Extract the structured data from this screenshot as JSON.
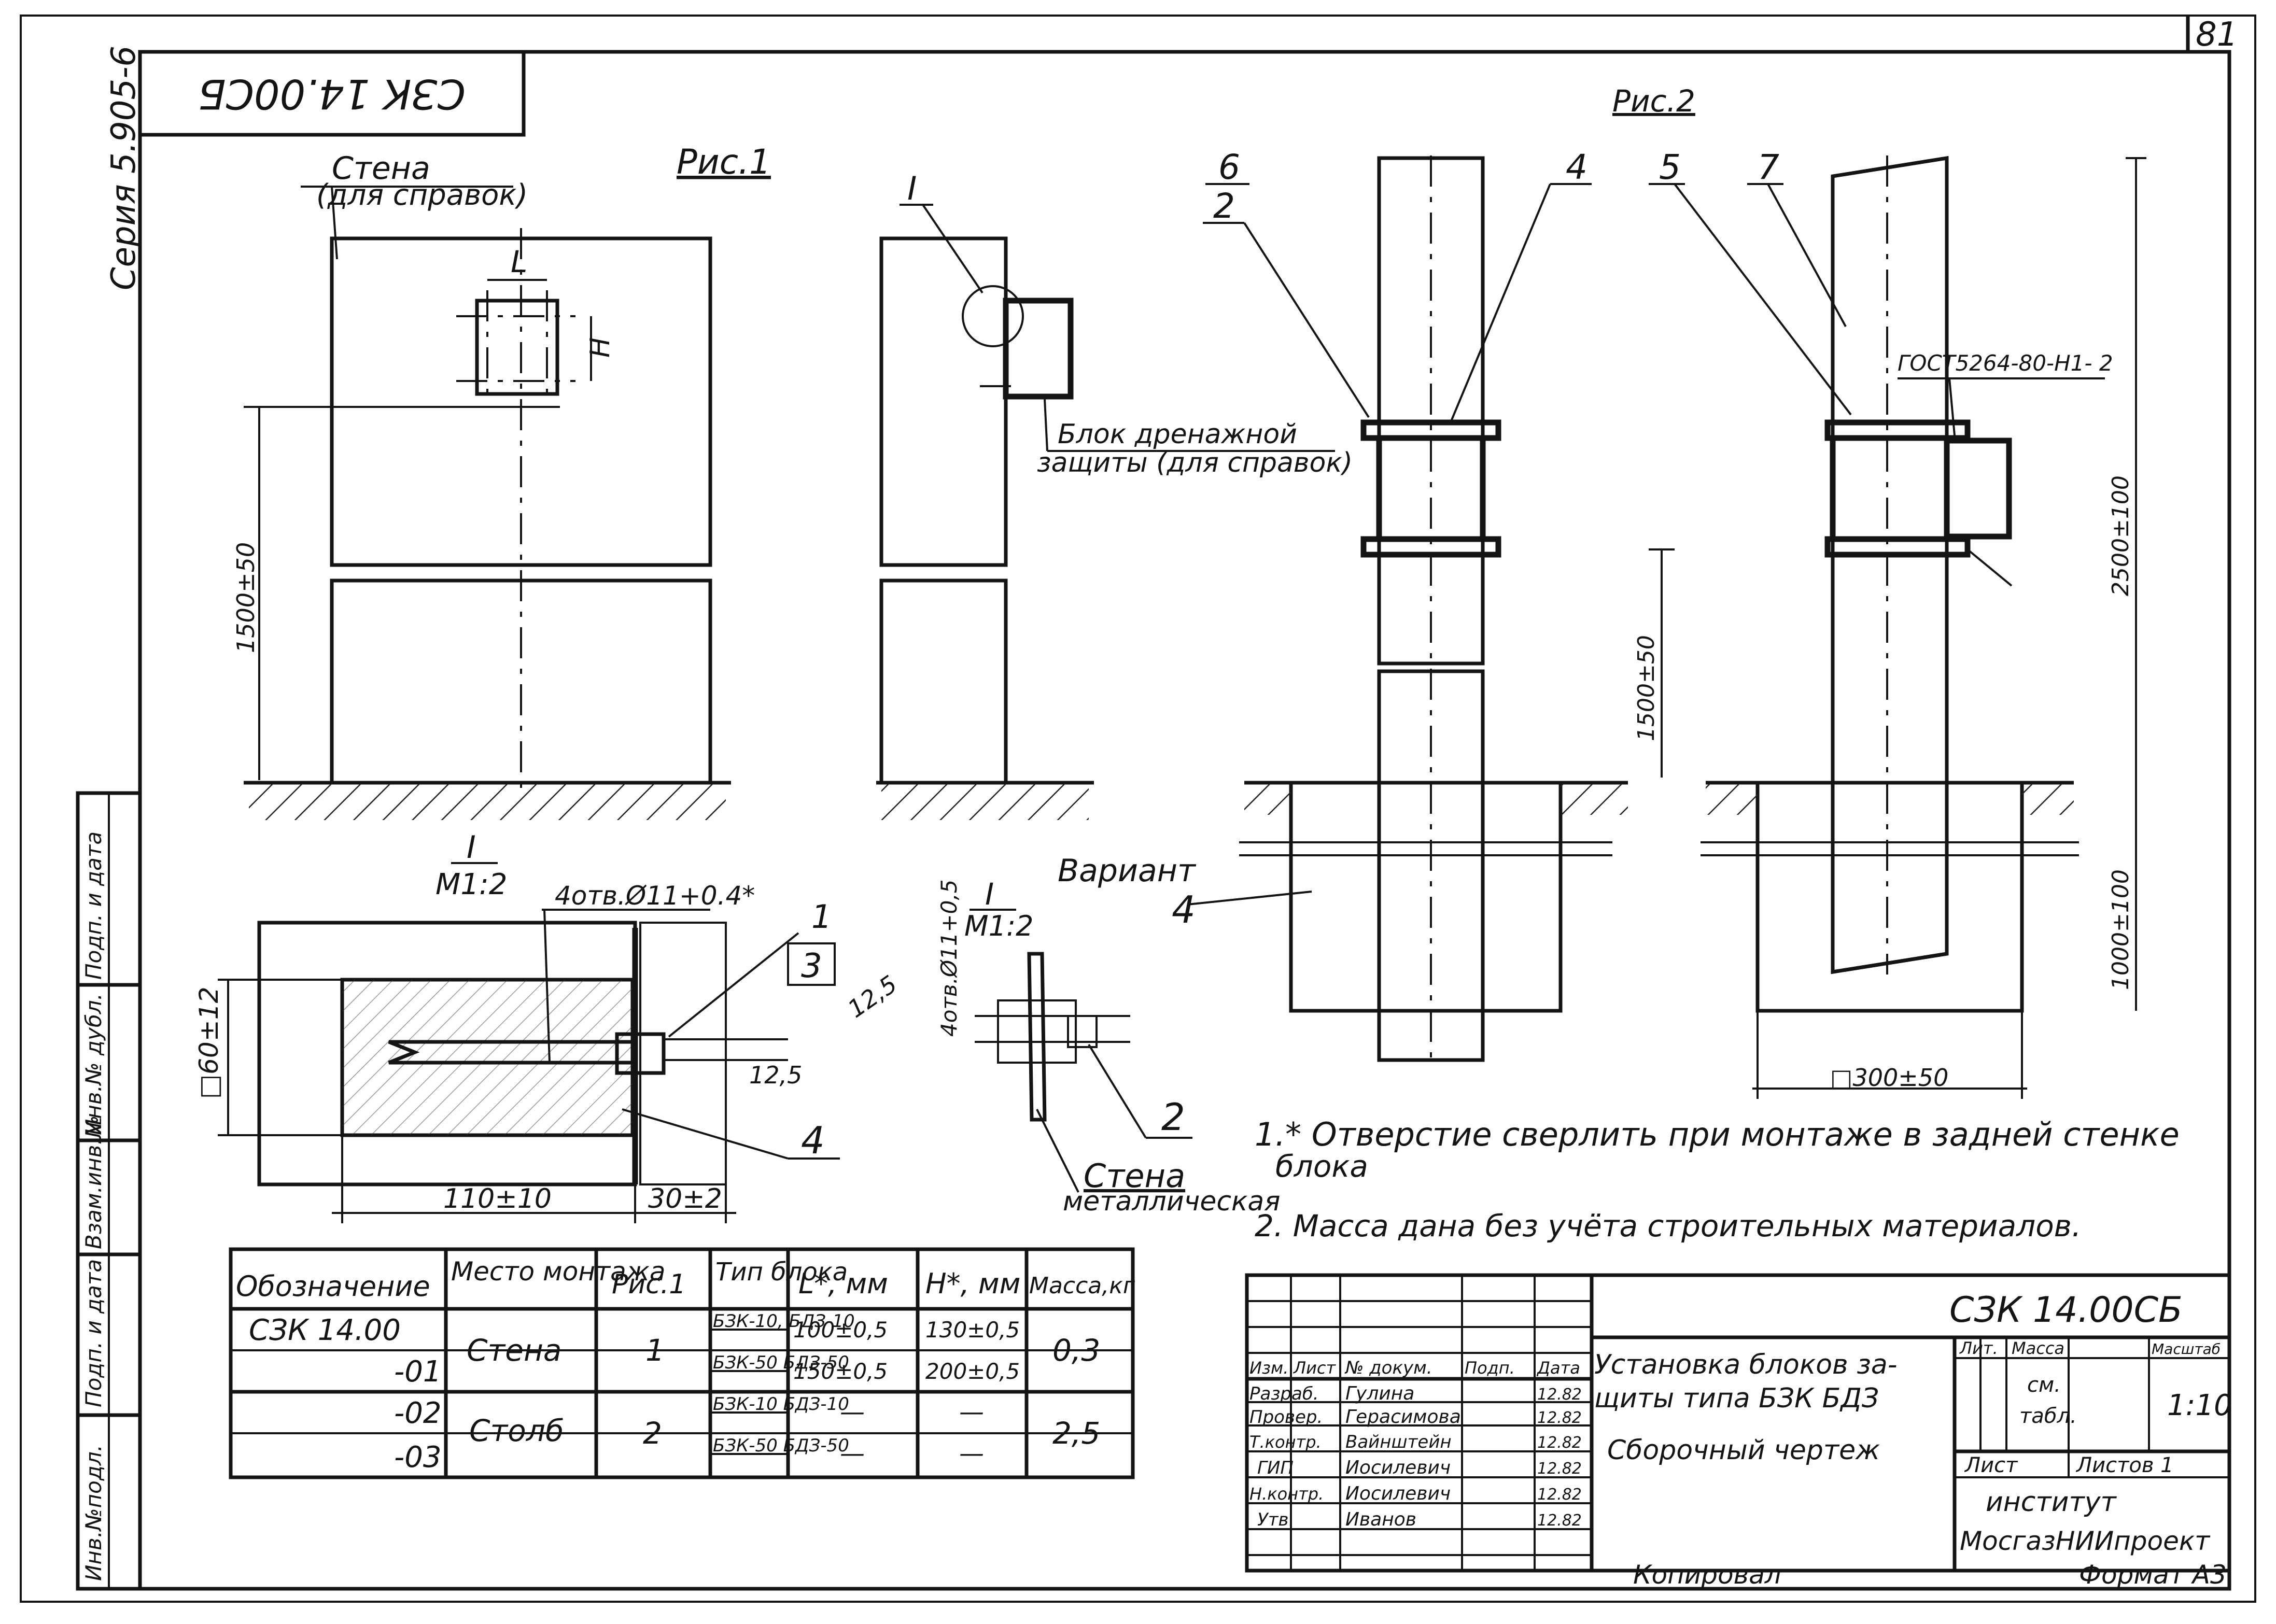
{
  "sheet_number": "81",
  "corner_code": "СЗК 14.00СБ",
  "series": "Серия 5.905-6",
  "side_stamp": [
    "Инв.№подл.",
    "Подп. и дата",
    "Взам.инв.№",
    "Инв.№ дубл.",
    "Подп. и дата"
  ],
  "fig1": {
    "title": "Рис.1",
    "wall_label_1": "Стена",
    "wall_label_2": "(для справок)",
    "dim_L": "L",
    "dim_H": "H",
    "dim_height": "1500±50"
  },
  "side_view": {
    "detail_mark": "I",
    "block_label_1": "Блок дренажной",
    "block_label_2": "защиты (для справок)"
  },
  "fig2": {
    "title": "Рис.2",
    "callouts": [
      "6",
      "2",
      "4",
      "5",
      "7"
    ],
    "gost": "ГОСТ5264-80-Н1- 2",
    "dim_pillar_height": "1500±50",
    "dim_top": "2500±100",
    "dim_bottom": "1000±100",
    "dim_width": "□300±50",
    "callout_4": "4"
  },
  "detail1": {
    "mark": "I",
    "scale": "М1:2",
    "holes": "4отв.Ø11+0.4*",
    "callout_1": "1",
    "callout_3": "3",
    "callout_4": "4",
    "dim_square": "□60±12",
    "dim_12_5": "12,5",
    "dim_110": "110±10",
    "dim_30": "30±2"
  },
  "detail2": {
    "mark": "I",
    "scale": "М1:2",
    "variant": "Вариант",
    "holes": "4отв.Ø11+0,5",
    "dim_12_5": "12,5",
    "callout_2": "2",
    "wall_1": "Стена",
    "wall_2": "металлическая"
  },
  "notes": [
    "1.* Отверстие сверлить при монтаже в задней стенке",
    "блока",
    "2. Масса дана без учёта строительных материалов."
  ],
  "spec_table": {
    "headers": [
      "Обозначение",
      "Место монтажа",
      "Рис.1",
      "Тип блока",
      "L*, мм",
      "H*, мм",
      "Масса,кг"
    ],
    "rows": [
      {
        "designation": "СЗК 14.00",
        "place": "Стена",
        "fig": "1",
        "type": "БЗК-10, БДЗ-10",
        "L": "100±0,5",
        "H": "130±0,5",
        "mass": "0,3"
      },
      {
        "designation": "-01",
        "place": "",
        "fig": "",
        "type": "БЗК-50 БДЗ-50",
        "L": "150±0,5",
        "H": "200±0,5",
        "mass": ""
      },
      {
        "designation": "-02",
        "place": "Столб",
        "fig": "2",
        "type": "БЗК-10 БДЗ-10",
        "L": "—",
        "H": "—",
        "mass": "2,5"
      },
      {
        "designation": "-03",
        "place": "",
        "fig": "",
        "type": "БЗК-50 БДЗ-50",
        "L": "—",
        "H": "—",
        "mass": ""
      }
    ]
  },
  "title_block": {
    "code": "СЗК 14.00СБ",
    "title_1": "Установка блоков за-",
    "title_2": "щиты типа БЗК БДЗ",
    "title_3": "Сборочный чертеж",
    "col_headers": [
      "Изм.",
      "Лист",
      "№ докум.",
      "Подп.",
      "Дата"
    ],
    "people": [
      {
        "role": "Разраб.",
        "name": "Гулина",
        "date": "12.82"
      },
      {
        "role": "Провер.",
        "name": "Герасимова",
        "date": "12.82"
      },
      {
        "role": "Т.контр.",
        "name": "Вайнштейн",
        "date": "12.82"
      },
      {
        "role": "ГИП",
        "name": "Иосилевич",
        "date": "12.82"
      },
      {
        "role": "Н.контр.",
        "name": "Иосилевич",
        "date": "12.82"
      },
      {
        "role": "Утв.",
        "name": "Иванов",
        "date": "12.82"
      }
    ],
    "lit": "Лит.",
    "mass": "Масса",
    "scale_label": "Масштаб",
    "mass_value_1": "см.",
    "mass_value_2": "табл.",
    "scale_value": "1:10",
    "sheet": "Лист",
    "sheets": "Листов 1",
    "org_1": "институт",
    "org_2": "МосгазНИИпроект"
  },
  "copied_by": "Копировал",
  "format": "Формат А3"
}
